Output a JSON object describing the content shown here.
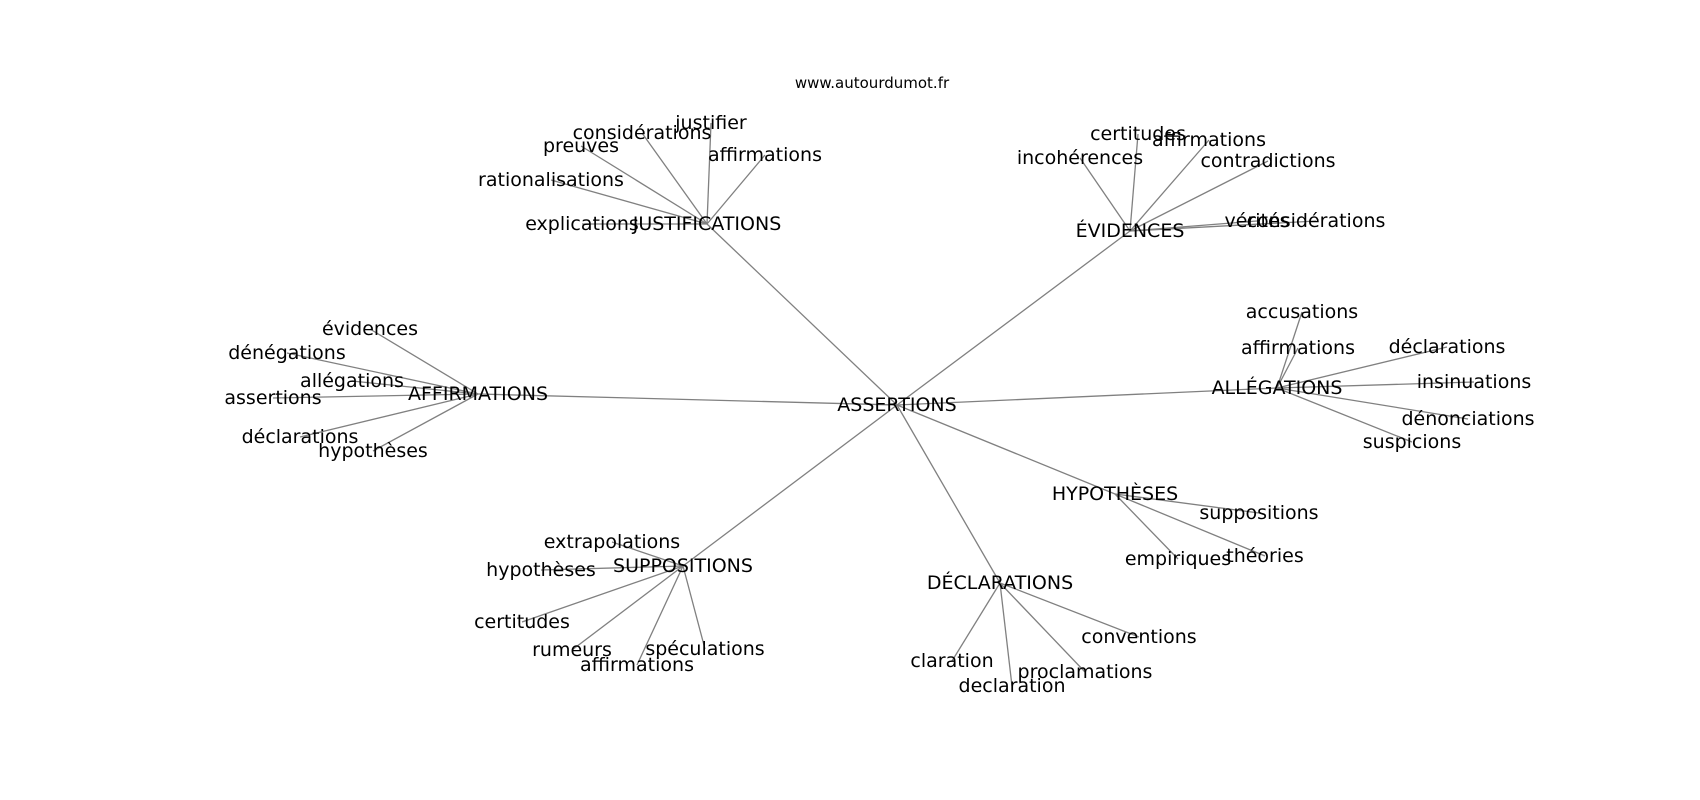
{
  "site": "www.autourdumot.fr",
  "root": "ASSERTIONS",
  "groups": [
    {
      "id": "justifications",
      "label": "JUSTIFICATIONS",
      "leaves": [
        "justifier",
        "considérations",
        "preuves",
        "affirmations",
        "rationalisations",
        "explications"
      ]
    },
    {
      "id": "evidences",
      "label": "ÉVIDENCES",
      "leaves": [
        "certitudes",
        "affirmations",
        "incohérences",
        "contradictions",
        "vérités",
        "considérations"
      ]
    },
    {
      "id": "affirmations",
      "label": "AFFIRMATIONS",
      "leaves": [
        "évidences",
        "dénégations",
        "allégations",
        "assertions",
        "déclarations",
        "hypothèses"
      ]
    },
    {
      "id": "allegations",
      "label": "ALLÉGATIONS",
      "leaves": [
        "accusations",
        "affirmations",
        "déclarations",
        "insinuations",
        "dénonciations",
        "suspicions"
      ]
    },
    {
      "id": "hypotheses",
      "label": "HYPOTHÈSES",
      "leaves": [
        "suppositions",
        "empiriques",
        "théories"
      ]
    },
    {
      "id": "suppositions",
      "label": "SUPPOSITIONS",
      "leaves": [
        "extrapolations",
        "hypothèses",
        "certitudes",
        "rumeurs",
        "spéculations",
        "affirmations"
      ]
    },
    {
      "id": "declarations",
      "label": "DÉCLARATIONS",
      "leaves": [
        "conventions",
        "claration",
        "proclamations",
        "declaration"
      ]
    }
  ]
}
